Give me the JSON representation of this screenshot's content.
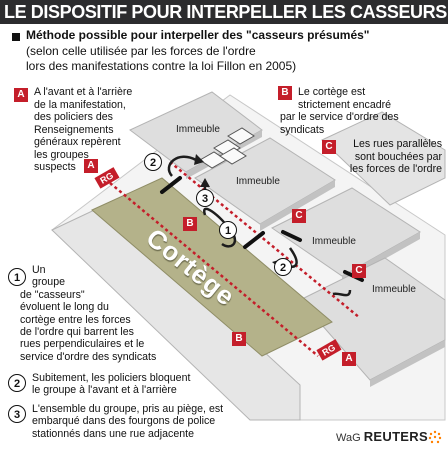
{
  "title": "LE DISPOSITIF POUR INTERPELLER LES CASSEURS",
  "subtitle": {
    "heading": "Méthode possible pour interpeller des \"casseurs présumés\"",
    "line1": "(selon celle utilisée par les forces de l'ordre",
    "line2": "lors des manifestations contre la loi Fillon en 2005)"
  },
  "legend": {
    "A": {
      "badge": "A",
      "lines": [
        "A l'avant et à l'arrière",
        "de la manifestation,",
        "des policiers des",
        "Renseignements",
        "généraux repèrent",
        "les groupes",
        "suspects"
      ]
    },
    "B": {
      "badge": "B",
      "lines": [
        "Le cortège est",
        "strictement encadré",
        "par le service d'ordre des",
        "syndicats"
      ]
    },
    "C": {
      "badge": "C",
      "lines": [
        "Les rues parallèles",
        "sont bouchées par",
        "les forces de l'ordre"
      ]
    }
  },
  "steps": [
    {
      "num": "1",
      "lines": [
        "Un",
        "groupe",
        "de \"casseurs\"",
        "évoluent le long du",
        "cortège entre les forces",
        "de l'ordre qui barrent les",
        "rues perpendiculaires et le",
        "service d'ordre des syndicats"
      ]
    },
    {
      "num": "2",
      "lines": [
        "Subitement, les policiers bloquent",
        "le groupe à l'avant et à l'arrière"
      ]
    },
    {
      "num": "3",
      "lines": [
        "L'ensemble du groupe, pris au piège, est",
        "embarqué dans des fourgons de police",
        "stationnés dans une rue adjacente"
      ]
    }
  ],
  "map": {
    "cortege_label": "Cortège",
    "rg_label": "RG",
    "buildings": [
      "Immeuble",
      "Immeuble",
      "Immeuble",
      "Immeuble"
    ],
    "markers": {
      "A": "A",
      "B": "B",
      "C": "C"
    },
    "steps": {
      "one": "1",
      "two": "2",
      "three": "3"
    }
  },
  "credit": {
    "prefix": "WaG",
    "brand": "REUTERS"
  },
  "colors": {
    "title_bg": "#2c2c2e",
    "badge_red": "#c41e2a",
    "cortege_fill": "#b4b28a",
    "street": "#ffffff",
    "block": "#dcdcdc"
  }
}
